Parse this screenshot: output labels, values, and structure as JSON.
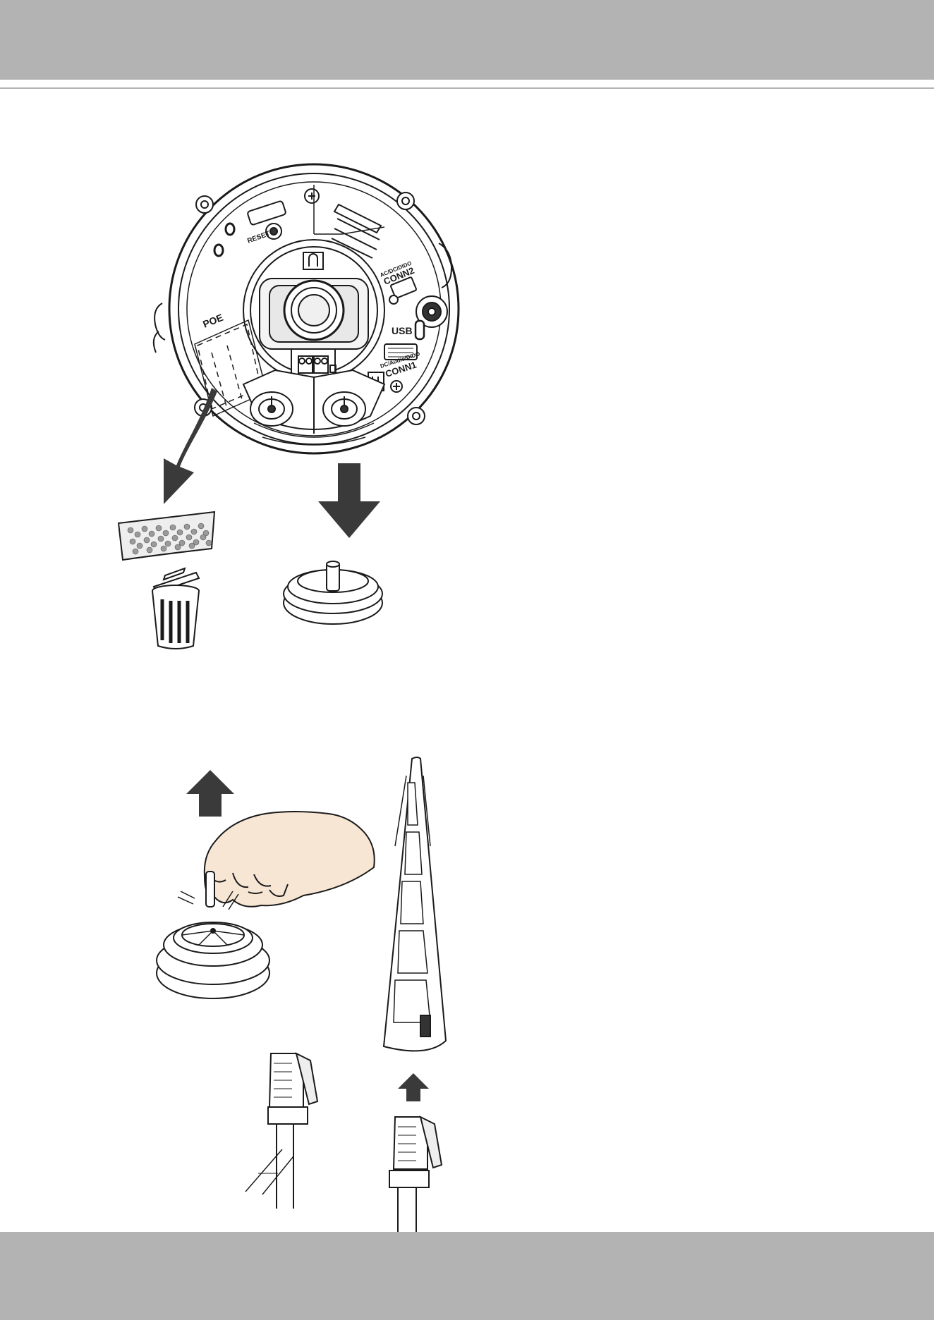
{
  "labels": {
    "reset": "RESET",
    "poe": "POE",
    "conn2_top": "AC/DC/DIDO",
    "conn2": "CONN2",
    "usb": "USB",
    "conn1_top": "DC/Audio/DIDO",
    "conn1": "CONN1"
  },
  "colors": {
    "band": "#b3b3b3",
    "line": "#1a1a1a",
    "arrow": "#3a3a3a",
    "skin": "#f7e6d4"
  }
}
